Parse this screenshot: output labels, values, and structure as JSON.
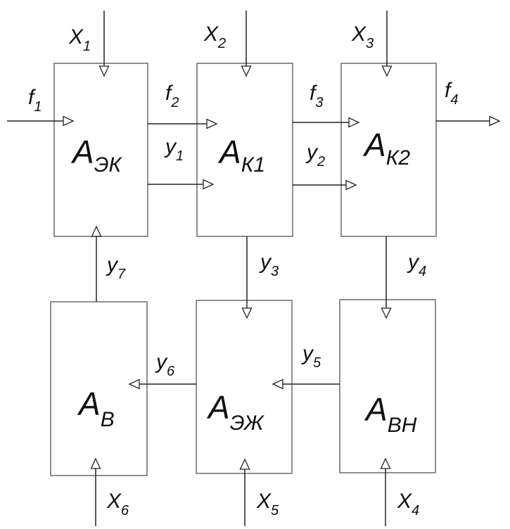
{
  "blocks": {
    "aek": {
      "base": "A",
      "sub": "ЭК"
    },
    "ak1": {
      "base": "A",
      "sub": "К1"
    },
    "ak2": {
      "base": "A",
      "sub": "К2"
    },
    "ab": {
      "base": "A",
      "sub": "В"
    },
    "aezh": {
      "base": "A",
      "sub": "ЭЖ"
    },
    "abn": {
      "base": "A",
      "sub": "ВН"
    }
  },
  "signals": {
    "x1": {
      "base": "X",
      "sub": "1"
    },
    "x2": {
      "base": "X",
      "sub": "2"
    },
    "x3": {
      "base": "X",
      "sub": "3"
    },
    "x4": {
      "base": "X",
      "sub": "4"
    },
    "x5": {
      "base": "X",
      "sub": "5"
    },
    "x6": {
      "base": "X",
      "sub": "6"
    },
    "f1": {
      "base": "f",
      "sub": "1"
    },
    "f2": {
      "base": "f",
      "sub": "2"
    },
    "f3": {
      "base": "f",
      "sub": "3"
    },
    "f4": {
      "base": "f",
      "sub": "4"
    },
    "y1": {
      "base": "y",
      "sub": "1"
    },
    "y2": {
      "base": "y",
      "sub": "2"
    },
    "y3": {
      "base": "y",
      "sub": "3"
    },
    "y4": {
      "base": "y",
      "sub": "4"
    },
    "y5": {
      "base": "y",
      "sub": "5"
    },
    "y6": {
      "base": "y",
      "sub": "6"
    },
    "y7": {
      "base": "y",
      "sub": "7"
    }
  }
}
